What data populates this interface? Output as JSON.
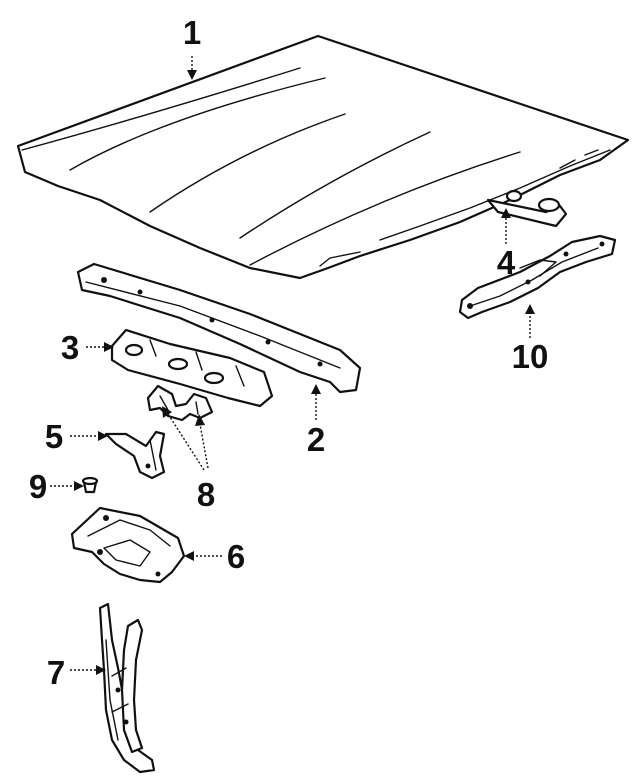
{
  "diagram": {
    "callouts": [
      {
        "id": "hood",
        "label": "1"
      },
      {
        "id": "front-rail",
        "label": "2"
      },
      {
        "id": "rear-bracket",
        "label": "3"
      },
      {
        "id": "hinge-rod",
        "label": "4"
      },
      {
        "id": "latch",
        "label": "5"
      },
      {
        "id": "lock-support",
        "label": "6"
      },
      {
        "id": "support-brace",
        "label": "7"
      },
      {
        "id": "safety-catch",
        "label": "8"
      },
      {
        "id": "bumper",
        "label": "9"
      },
      {
        "id": "hinge",
        "label": "10"
      }
    ]
  }
}
